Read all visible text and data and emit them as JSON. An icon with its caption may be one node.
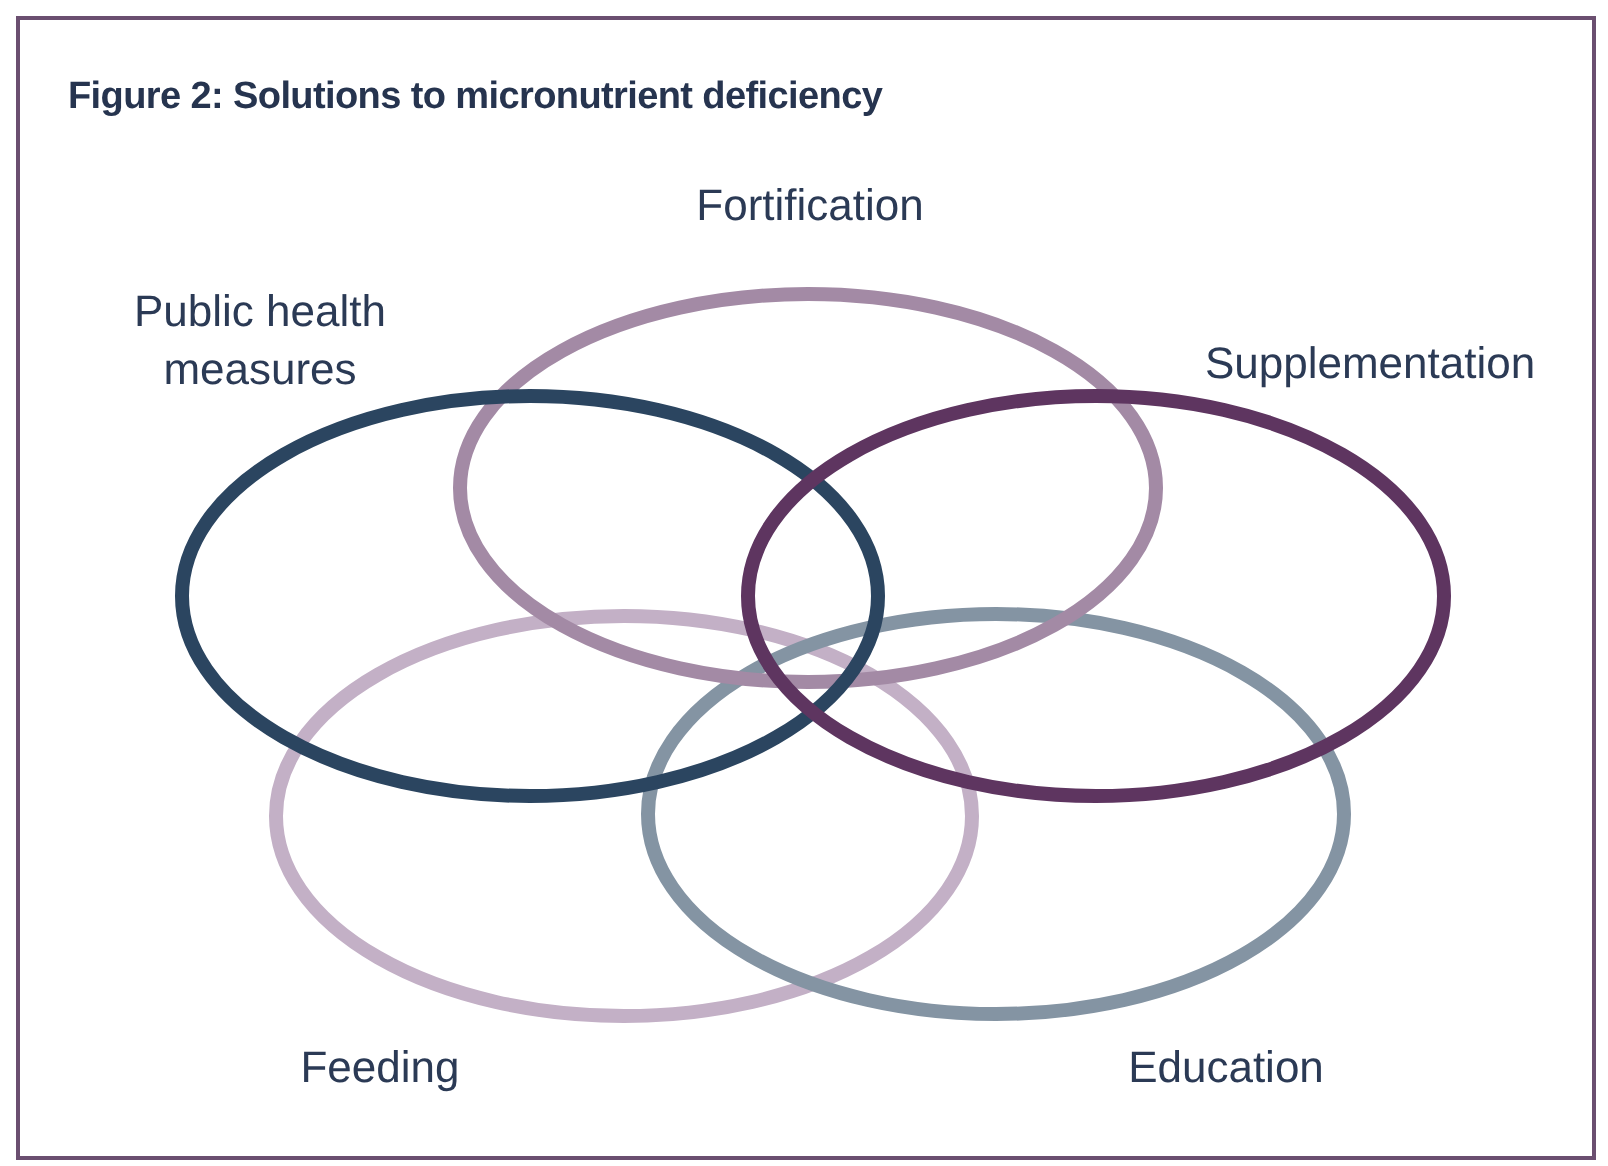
{
  "diagram": {
    "title": "Figure 2: Solutions to micronutrient deficiency",
    "nodes": [
      {
        "text": [
          "Fortification"
        ]
      },
      {
        "text": [
          "Public health measures"
        ]
      },
      {
        "text": [
          "Supplementation"
        ]
      },
      {
        "text": [
          "Feeding"
        ]
      },
      {
        "text": [
          "Education"
        ]
      }
    ],
    "edges": []
  }
}
